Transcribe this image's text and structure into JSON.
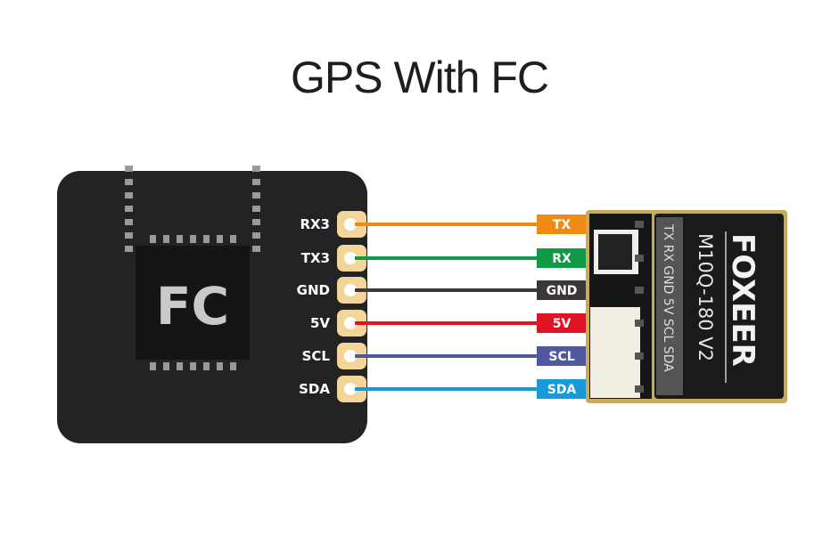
{
  "title": "GPS With FC",
  "fc": {
    "label": "FC"
  },
  "gps": {
    "brand": "FOXEER",
    "model": "M10Q-180 V2",
    "silk": "TX RX GND 5V SCL SDA"
  },
  "connections": [
    {
      "fc_pin": "RX3",
      "gps_pin": "TX",
      "color": "#ef8a12"
    },
    {
      "fc_pin": "TX3",
      "gps_pin": "RX",
      "color": "#0f9a45"
    },
    {
      "fc_pin": "GND",
      "gps_pin": "GND",
      "color": "#3d3838"
    },
    {
      "fc_pin": "5V",
      "gps_pin": "5V",
      "color": "#df1424"
    },
    {
      "fc_pin": "SCL",
      "gps_pin": "SCL",
      "color": "#5058a2"
    },
    {
      "fc_pin": "SDA",
      "gps_pin": "SDA",
      "color": "#169ad9"
    }
  ]
}
